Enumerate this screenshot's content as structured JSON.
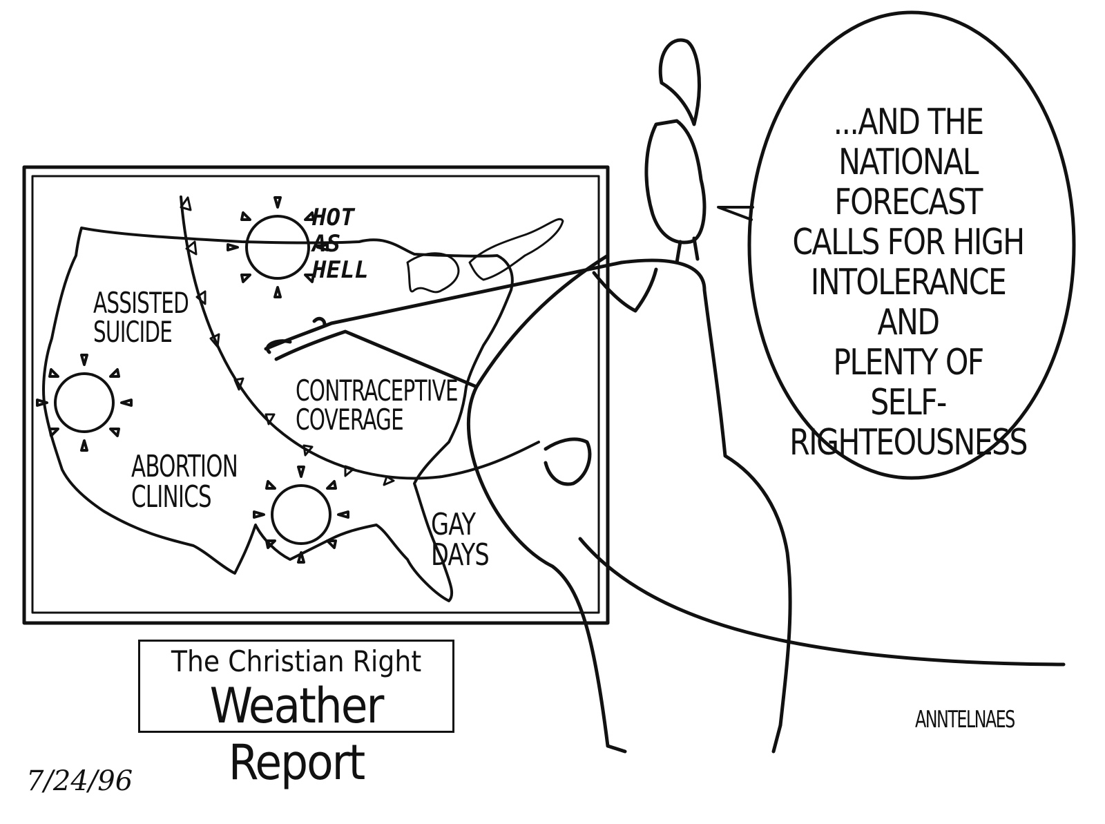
{
  "map": {
    "sun_label": [
      "HOT",
      "AS",
      "HELL"
    ],
    "regions": {
      "assisted_suicide": [
        "ASSISTED",
        "SUICIDE"
      ],
      "contraceptive": [
        "CONTRACEPTIVE",
        "COVERAGE"
      ],
      "abortion": [
        "ABORTION",
        "CLINICS"
      ],
      "gay_days": [
        "GAY",
        "DAYS"
      ]
    }
  },
  "speech": [
    "...AND THE",
    "NATIONAL FORECAST",
    "CALLS FOR HIGH",
    "INTOLERANCE AND",
    "PLENTY OF",
    "SELF-RIGHTEOUSNESS"
  ],
  "title": {
    "line1": "The Christian Right",
    "line2": "Weather Report"
  },
  "signature": "ANNTELNAES",
  "date": "7/24/96",
  "icons": [
    "sun-icon",
    "cold-front-icon"
  ],
  "colors": {
    "ink": "#111111",
    "paper": "#ffffff"
  }
}
